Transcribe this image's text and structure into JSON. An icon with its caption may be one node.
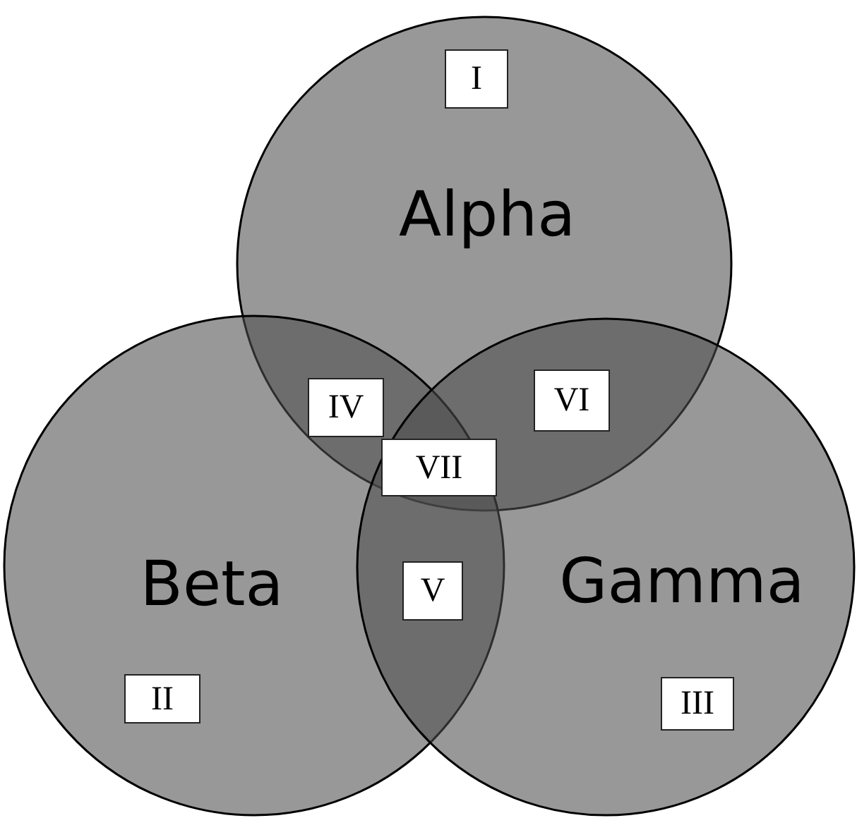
{
  "diagram": {
    "nodes": [
      {
        "text": [
          "Alpha"
        ]
      },
      {
        "text": [
          "I"
        ],
        "in": 0
      },
      {
        "text": [
          "Beta"
        ]
      },
      {
        "text": [
          "Gamma"
        ]
      },
      {
        "text": [
          "IV"
        ]
      },
      {
        "text": [
          "VI"
        ]
      },
      {
        "text": [
          "VII"
        ]
      },
      {
        "text": [
          "V"
        ]
      },
      {
        "text": [
          "II"
        ],
        "in": 2
      },
      {
        "text": [
          "III"
        ],
        "in": 3
      }
    ]
  }
}
